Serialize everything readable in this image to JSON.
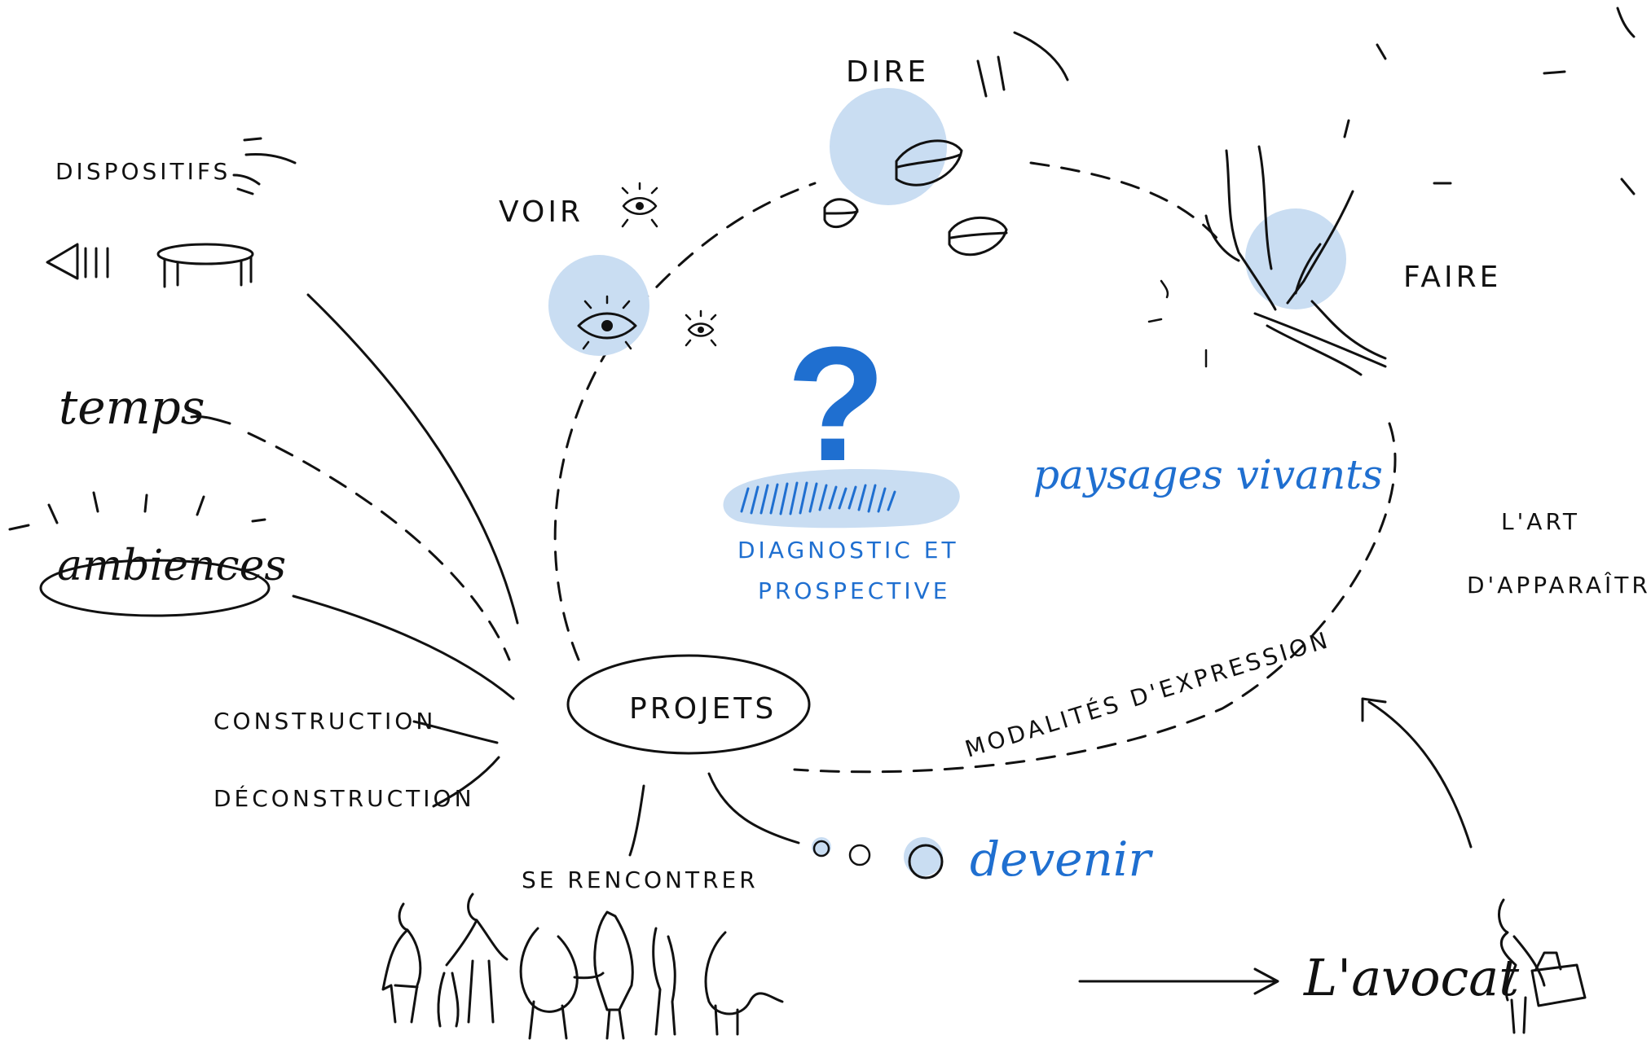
{
  "colors": {
    "ink": "#111111",
    "accent": "#1f6fd0",
    "blob": "#c9ddf2"
  },
  "labels": {
    "dire": "DIRE",
    "voir": "VOIR",
    "faire": "FAIRE",
    "dispositifs": "DISPOSITIFS",
    "temps": "temps",
    "ambiences": "ambiences",
    "construction": "CONSTRUCTION",
    "deconstruction": "DÉCONSTRUCTION",
    "projets": "PROJETS",
    "se_rencontrer": "SE RENCONTRER",
    "devenir": "devenir",
    "lavocat": "L'avocat",
    "art_line1": "L'ART",
    "art_line2": "D'APPARAÎTRE",
    "modalites": "MODALITÉS D'EXPRESSION",
    "paysages": "paysages vivants",
    "diagnostic_line1": "DIAGNOSTIC ET",
    "diagnostic_line2": "PROSPECTIVE",
    "question_mark": "?"
  },
  "icons": [
    "eye-icon",
    "mouth-icon",
    "hands-icon",
    "speaker-icon",
    "table-icon",
    "people-icon",
    "person-with-bag-icon",
    "arrow-icon"
  ]
}
